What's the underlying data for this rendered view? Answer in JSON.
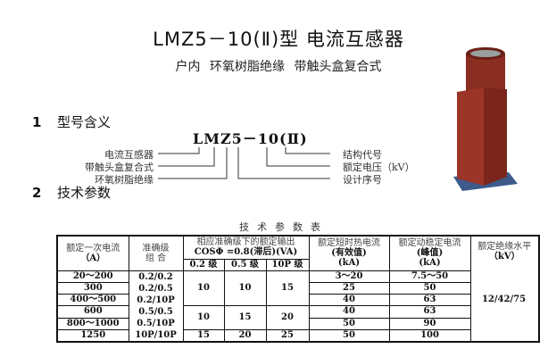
{
  "header": {
    "title": "LMZ5－10(Ⅱ)型  电流互感器",
    "subtitle": "户内  环氧树脂绝缘  带触头盒复合式"
  },
  "section1": {
    "number": "1",
    "title": "型号含义"
  },
  "section2": {
    "number": "2",
    "title": "技术参数"
  },
  "model_code": {
    "code": "LMZ5－10(Ⅱ)",
    "left_labels": [
      "电流互感器",
      "带触头盒复合式",
      "环氧树脂绝缘"
    ],
    "right_labels": [
      "结构代号",
      "额定电压（kV）",
      "设计序号"
    ]
  },
  "table": {
    "title": "技术参数表",
    "headers": {
      "primary_current": "额定一次电流",
      "primary_current_unit": "（A）",
      "accuracy": "准确级",
      "accuracy2": "组  合",
      "output": "相应准确级下的额定输出",
      "output2": "COSΦ =0.8(滞后)(VA)",
      "sub": [
        "0.2 级",
        "0.5 级",
        "10P 级"
      ],
      "thermal": "额定短时热电流",
      "thermal2": "(有效值)",
      "thermal_unit": "(kA)",
      "dynamic": "额定动稳定电流",
      "dynamic2": "(峰值)",
      "dynamic_unit": "(kA)",
      "insulation": "额定绝缘水平",
      "insulation_unit": "（kV）"
    },
    "currents": [
      "20～200",
      "300",
      "400～500",
      "600",
      "800～1000",
      "1250"
    ],
    "accuracy_combos": [
      "0.2/0.2",
      "0.2/0.5",
      "0.2/10P",
      "0.5/0.5",
      "0.5/10P",
      "10P/10P"
    ],
    "outputs": [
      [
        "10",
        "10",
        "15"
      ],
      [
        "10",
        "15",
        "20"
      ],
      [
        "15",
        "20",
        "25"
      ]
    ],
    "thermal": [
      "3～20",
      "25",
      "40",
      "40",
      "50",
      "50"
    ],
    "dynamic": [
      "7.5～50",
      "50",
      "63",
      "63",
      "90",
      "100"
    ],
    "insulation": "12/42/75"
  }
}
